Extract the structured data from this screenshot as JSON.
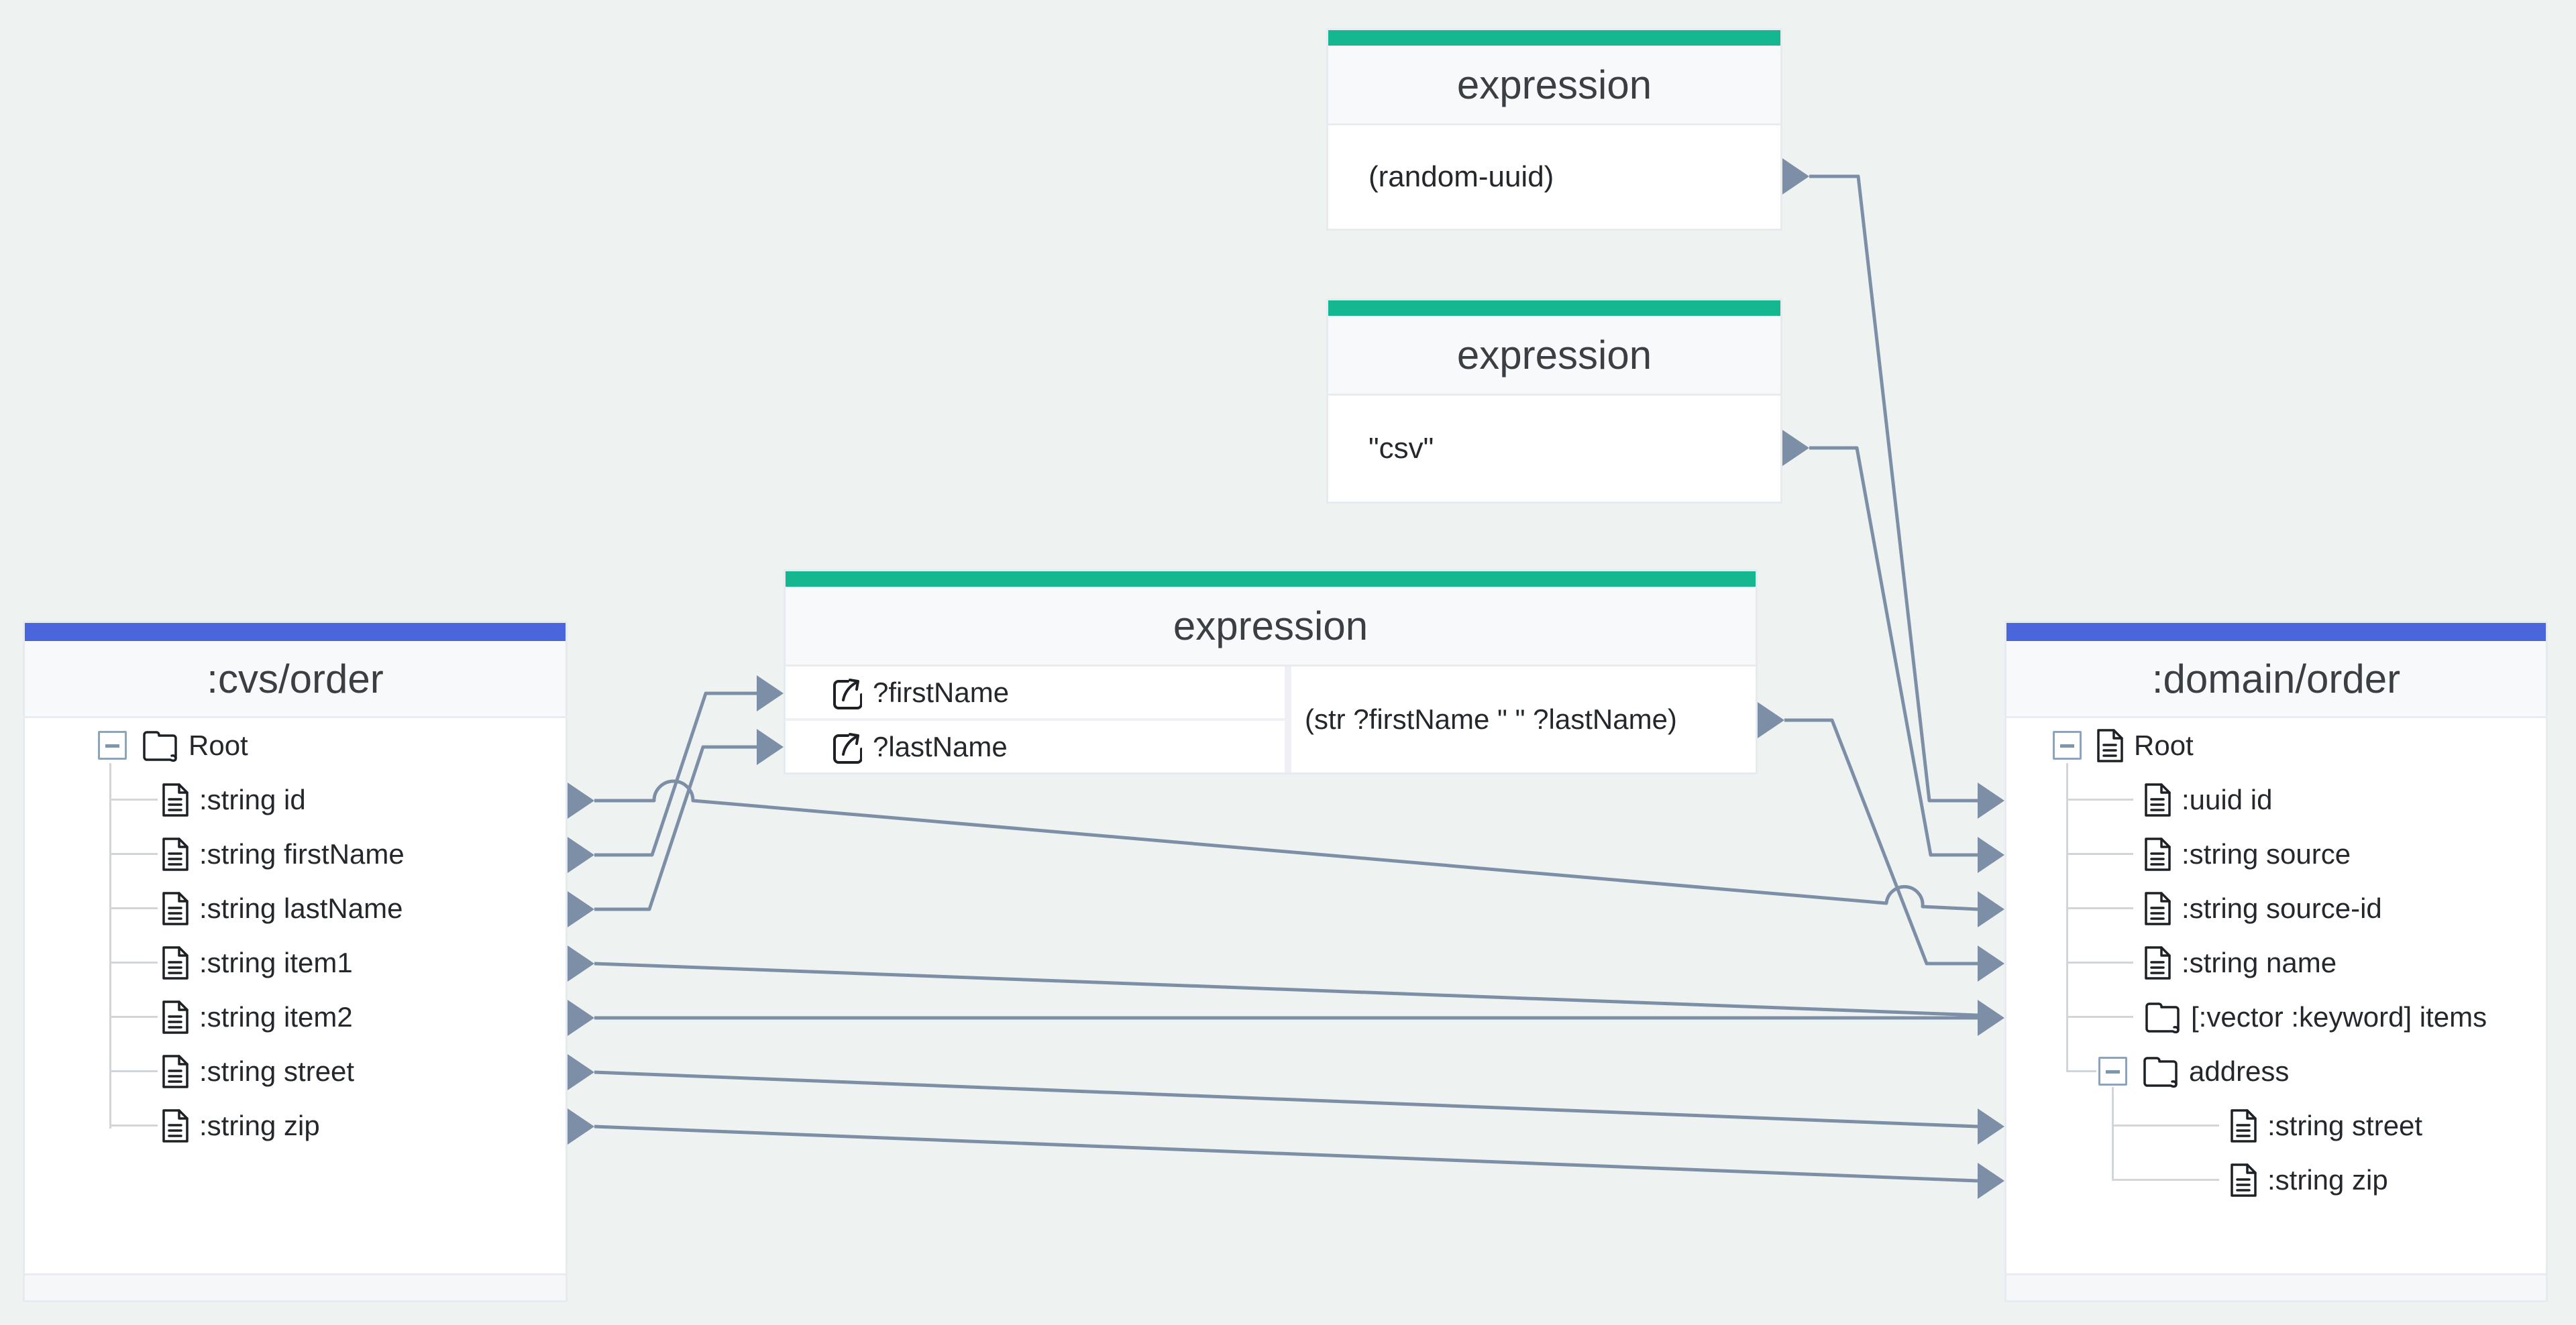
{
  "app": {
    "background": "#eef3f1"
  },
  "colors": {
    "panel_accent": "#4a66dd",
    "expression_accent": "#14b78f",
    "connector": "#7d8fa6",
    "panel_header_bg": "#f7f9fb"
  },
  "panels": {
    "left": {
      "title": ":cvs/order",
      "rows": [
        {
          "label": "Root",
          "icon": "folder",
          "collapsed": false
        },
        {
          "label": ":string id",
          "icon": "document"
        },
        {
          "label": ":string firstName",
          "icon": "document"
        },
        {
          "label": ":string lastName",
          "icon": "document"
        },
        {
          "label": ":string item1",
          "icon": "document"
        },
        {
          "label": ":string item2",
          "icon": "document"
        },
        {
          "label": ":string street",
          "icon": "document"
        },
        {
          "label": ":string zip",
          "icon": "document"
        }
      ]
    },
    "right": {
      "title": ":domain/order",
      "rows": [
        {
          "label": "Root",
          "icon": "document",
          "collapsed": false
        },
        {
          "label": ":uuid id",
          "icon": "document"
        },
        {
          "label": ":string source",
          "icon": "document"
        },
        {
          "label": ":string source-id",
          "icon": "document"
        },
        {
          "label": ":string name",
          "icon": "document"
        },
        {
          "label": "[:vector :keyword] items",
          "icon": "folder"
        },
        {
          "label": "address",
          "icon": "folder",
          "collapsed": false
        },
        {
          "label": ":string street",
          "icon": "document"
        },
        {
          "label": ":string zip",
          "icon": "document"
        }
      ]
    }
  },
  "expressions": [
    {
      "title": "expression",
      "body": "(random-uuid)"
    },
    {
      "title": "expression",
      "body": "\"csv\""
    },
    {
      "title": "expression",
      "inputs": [
        {
          "label": "?firstName"
        },
        {
          "label": "?lastName"
        }
      ],
      "body": "(str ?firstName \" \" ?lastName)"
    }
  ],
  "connections": [
    {
      "from": ":cvs/order · :string id",
      "to": ":domain/order · :string source-id"
    },
    {
      "from": ":cvs/order · :string firstName",
      "to": "expression-3 · ?firstName"
    },
    {
      "from": ":cvs/order · :string lastName",
      "to": "expression-3 · ?lastName"
    },
    {
      "from": ":cvs/order · :string item1",
      "to": ":domain/order · [:vector :keyword] items"
    },
    {
      "from": ":cvs/order · :string item2",
      "to": ":domain/order · [:vector :keyword] items"
    },
    {
      "from": ":cvs/order · :string street",
      "to": ":domain/order · address/:string street"
    },
    {
      "from": ":cvs/order · :string zip",
      "to": ":domain/order · address/:string zip"
    },
    {
      "from": "expression-1 · (random-uuid)",
      "to": ":domain/order · :uuid id"
    },
    {
      "from": "expression-2 · \"csv\"",
      "to": ":domain/order · :string source"
    },
    {
      "from": "expression-3 · (str ?firstName \" \" ?lastName)",
      "to": ":domain/order · :string name"
    }
  ]
}
